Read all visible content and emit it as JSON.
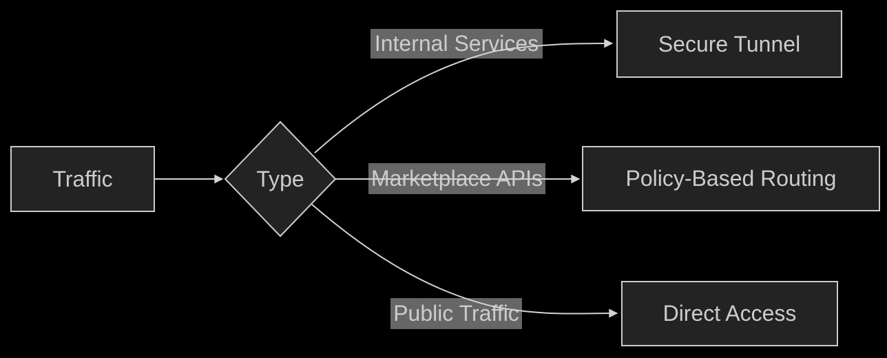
{
  "diagram": {
    "type": "flowchart",
    "direction": "left-to-right",
    "nodes": {
      "traffic": {
        "label": "Traffic",
        "shape": "rect"
      },
      "type_decision": {
        "label": "Type",
        "shape": "diamond"
      },
      "secure_tunnel": {
        "label": "Secure Tunnel",
        "shape": "rect"
      },
      "policy_based_routing": {
        "label": "Policy-Based Routing",
        "shape": "rect"
      },
      "direct_access": {
        "label": "Direct Access",
        "shape": "rect"
      }
    },
    "edges": [
      {
        "from": "Traffic",
        "to": "Type",
        "label": ""
      },
      {
        "from": "Type",
        "to": "Secure Tunnel",
        "label": "Internal Services"
      },
      {
        "from": "Type",
        "to": "Policy-Based Routing",
        "label": "Marketplace APIs"
      },
      {
        "from": "Type",
        "to": "Direct Access",
        "label": "Public Traffic"
      }
    ],
    "colors": {
      "background": "#000000",
      "node_fill": "#232323",
      "node_border": "#cccccc",
      "text": "#cccccc",
      "edge_line": "#d3d3d3",
      "edge_label_bg": "#666666"
    }
  }
}
